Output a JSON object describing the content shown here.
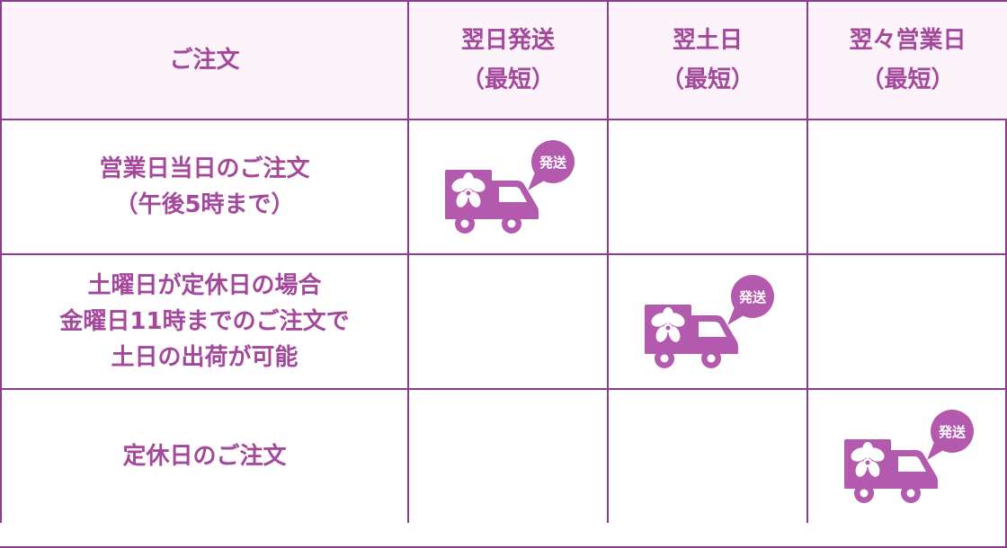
{
  "header": {
    "order": "ご注文",
    "columns": [
      {
        "line1": "翌日発送",
        "line2": "（最短）"
      },
      {
        "line1": "翌土日",
        "line2": "（最短）"
      },
      {
        "line1": "翌々営業日",
        "line2": "（最短）"
      }
    ]
  },
  "rows": [
    {
      "lines": [
        "営業日当日のご注文",
        "（午後5時まで）"
      ],
      "shipping_column": 1
    },
    {
      "lines": [
        "土曜日が定休日の場合",
        "金曜日11時までのご注文で",
        "土日の出荷が可能"
      ],
      "shipping_column": 2
    },
    {
      "lines": [
        "定休日のご注文"
      ],
      "shipping_column": 3
    }
  ],
  "badge": {
    "text": "発送"
  },
  "colors": {
    "accent": "#a4489c",
    "truck": "#b45aae",
    "border": "#8a3d8a",
    "header_bg": "#fcf3fb"
  }
}
